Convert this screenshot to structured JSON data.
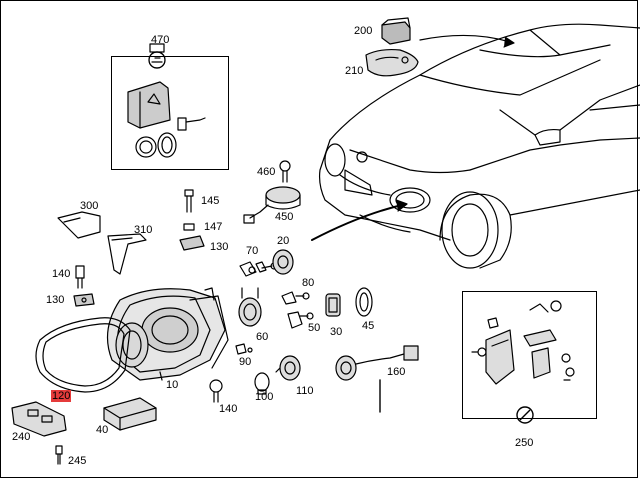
{
  "labels": {
    "p470": "470",
    "p200": "200",
    "p210": "210",
    "p460": "460",
    "p300": "300",
    "p145": "145",
    "p450": "450",
    "p310": "310",
    "p147": "147",
    "p130a": "130",
    "p70": "70",
    "p20": "20",
    "p140a": "140",
    "p80": "80",
    "p130b": "130",
    "p50": "50",
    "p30": "30",
    "p45": "45",
    "p60": "60",
    "p90": "90",
    "p160": "160",
    "p10": "10",
    "p120": "120",
    "p100": "100",
    "p110": "110",
    "p140b": "140",
    "p240": "240",
    "p40": "40",
    "p245": "245",
    "p250": "250"
  },
  "highlight_color": "#e53b3b"
}
